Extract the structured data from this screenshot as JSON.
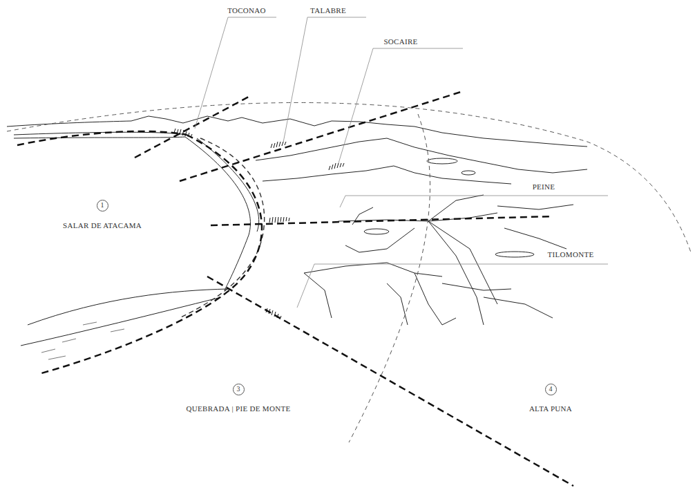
{
  "diagram": {
    "nodes": [
      {
        "text": [
          "1"
        ]
      },
      {
        "text": [
          "3"
        ]
      },
      {
        "text": [
          "4"
        ]
      }
    ],
    "labels": [
      "TOCONAO",
      "TALABRE",
      "SOCAIRE",
      "PEINE",
      "TILOMONTE",
      "SALAR DE ATACAMA",
      "QUEBRADA | PIE DE MONTE",
      "ALTA PUNA"
    ]
  }
}
